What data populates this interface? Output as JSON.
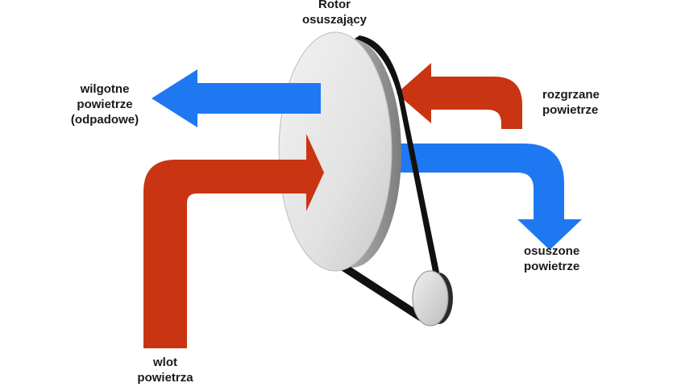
{
  "colors": {
    "hot_air": "#c93512",
    "cool_air": "#1e78f2",
    "belt": "#111111",
    "rotor_face": "#e4e4e4",
    "rotor_edge": "#9a9a9a"
  },
  "labels": {
    "rotor": [
      "Rotor",
      "osuszający"
    ],
    "wet_air": [
      "wilgotne",
      "powietrze",
      "(odpadowe)"
    ],
    "heated_air": [
      "rozgrzane",
      "powietrze"
    ],
    "dried_air": [
      "osuszone",
      "powietrze"
    ],
    "inlet_air": [
      "wlot",
      "powietrza"
    ]
  },
  "icons": {
    "rotor": "disc-rotor-icon",
    "motor_pulley": "pulley-icon",
    "belt": "drive-belt-icon"
  }
}
